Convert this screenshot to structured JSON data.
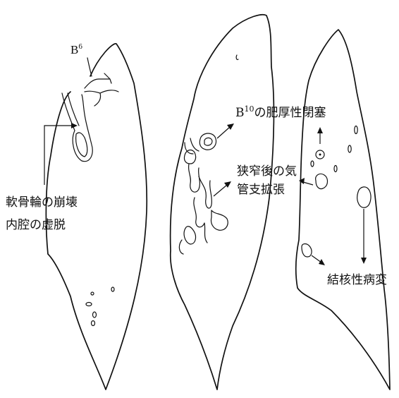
{
  "labels": {
    "b6": {
      "base": "B",
      "sup": "6"
    },
    "b10": {
      "base": "B",
      "sup": "10",
      "suffix": "の肥厚性閉塞"
    },
    "stenosis_line1": "狭窄後の気",
    "stenosis_line2": "管支拡張",
    "cartilage_line1": "軟骨輪の崩壊",
    "cartilage_line2": "内腔の虚脱",
    "tb_lesion": "結核性病変"
  }
}
